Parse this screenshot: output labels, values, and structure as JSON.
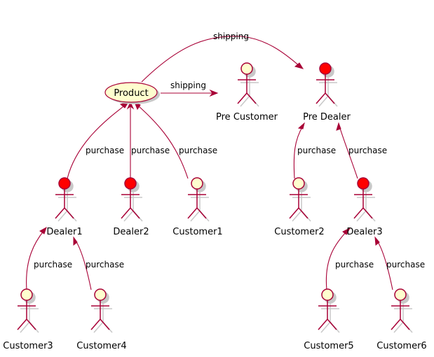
{
  "colors": {
    "line": "#A80036",
    "actor_fill_default": "#FEFECE",
    "actor_fill_highlight": "#FF0000",
    "usecase_fill": "#FEFECE",
    "shadow": "#C8C8C8"
  },
  "usecase": {
    "id": "product",
    "label": "Product"
  },
  "actors": [
    {
      "id": "pre_customer",
      "label": "Pre Customer",
      "highlight": false
    },
    {
      "id": "pre_dealer",
      "label": "Pre Dealer",
      "highlight": true
    },
    {
      "id": "dealer1",
      "label": "Dealer1",
      "highlight": true
    },
    {
      "id": "dealer2",
      "label": "Dealer2",
      "highlight": true
    },
    {
      "id": "customer1",
      "label": "Customer1",
      "highlight": false
    },
    {
      "id": "customer2",
      "label": "Customer2",
      "highlight": false
    },
    {
      "id": "dealer3",
      "label": "Dealer3",
      "highlight": true
    },
    {
      "id": "customer3",
      "label": "Customer3",
      "highlight": false
    },
    {
      "id": "customer4",
      "label": "Customer4",
      "highlight": false
    },
    {
      "id": "customer5",
      "label": "Customer5",
      "highlight": false
    },
    {
      "id": "customer6",
      "label": "Customer6",
      "highlight": false
    }
  ],
  "edges": [
    {
      "id": "product-shipping-predealer",
      "from": "product",
      "to": "pre_dealer",
      "label": "shipping"
    },
    {
      "id": "product-shipping-precustomer",
      "from": "product",
      "to": "pre_customer",
      "label": "shipping"
    },
    {
      "id": "dealer1-purchase-product",
      "from": "dealer1",
      "to": "product",
      "label": "purchase"
    },
    {
      "id": "dealer2-purchase-product",
      "from": "dealer2",
      "to": "product",
      "label": "purchase"
    },
    {
      "id": "customer1-purchase-product",
      "from": "customer1",
      "to": "product",
      "label": "purchase"
    },
    {
      "id": "customer2-purchase-predealer",
      "from": "customer2",
      "to": "pre_dealer",
      "label": "purchase"
    },
    {
      "id": "dealer3-purchase-predealer",
      "from": "dealer3",
      "to": "pre_dealer",
      "label": "purchase"
    },
    {
      "id": "customer3-purchase-dealer1",
      "from": "customer3",
      "to": "dealer1",
      "label": "purchase"
    },
    {
      "id": "customer4-purchase-dealer1",
      "from": "customer4",
      "to": "dealer1",
      "label": "purchase"
    },
    {
      "id": "customer5-purchase-dealer3",
      "from": "customer5",
      "to": "dealer3",
      "label": "purchase"
    },
    {
      "id": "customer6-purchase-dealer3",
      "from": "customer6",
      "to": "dealer3",
      "label": "purchase"
    }
  ]
}
